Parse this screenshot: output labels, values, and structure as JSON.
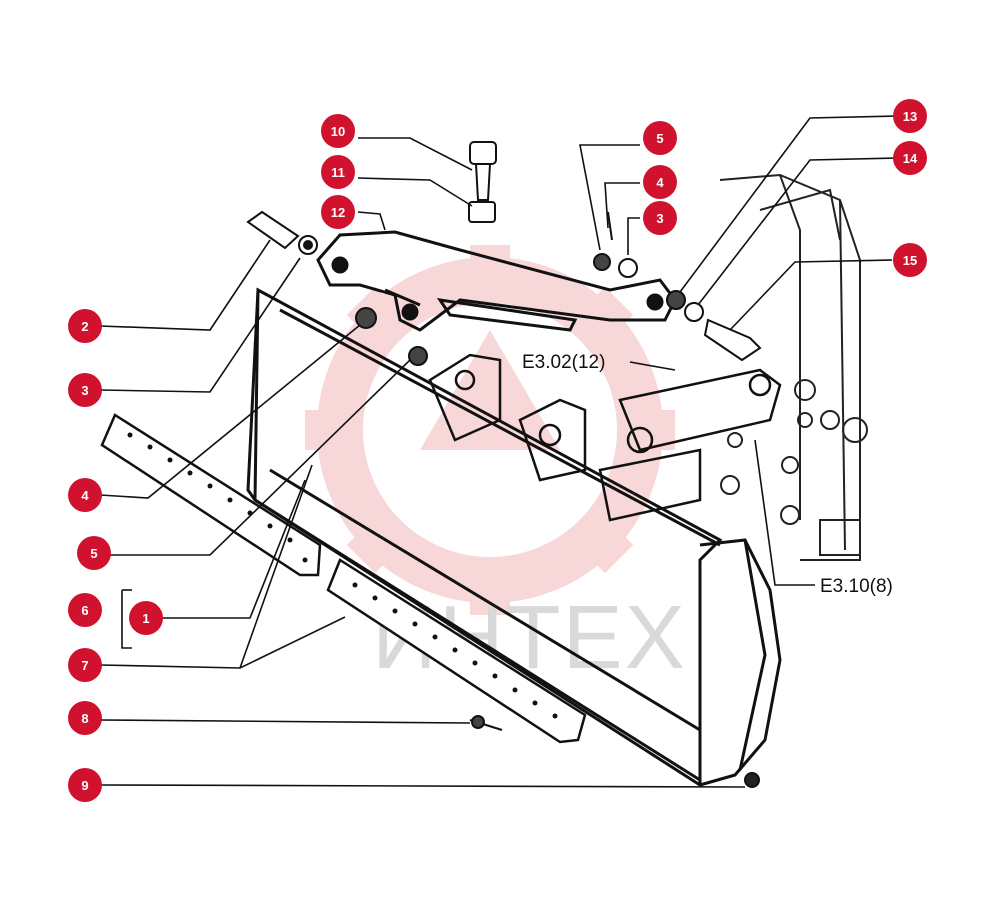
{
  "colors": {
    "callout": "#d0122e",
    "callout_text": "#ffffff",
    "line": "#111111",
    "watermark_logo": "#f2b8b8",
    "watermark_text": "#d9d9d9"
  },
  "watermark": {
    "text": "ИНТЕХ"
  },
  "references": {
    "e302": "E3.02(12)",
    "e310": "E3.10(8)"
  },
  "callouts": [
    {
      "id": "c10",
      "num": "10"
    },
    {
      "id": "c11",
      "num": "11"
    },
    {
      "id": "c12",
      "num": "12"
    },
    {
      "id": "c5a",
      "num": "5"
    },
    {
      "id": "c4a",
      "num": "4"
    },
    {
      "id": "c3a",
      "num": "3"
    },
    {
      "id": "c13",
      "num": "13"
    },
    {
      "id": "c14",
      "num": "14"
    },
    {
      "id": "c15",
      "num": "15"
    },
    {
      "id": "c2",
      "num": "2"
    },
    {
      "id": "c3b",
      "num": "3"
    },
    {
      "id": "c4b",
      "num": "4"
    },
    {
      "id": "c5b",
      "num": "5"
    },
    {
      "id": "c6",
      "num": "6"
    },
    {
      "id": "c1",
      "num": "1"
    },
    {
      "id": "c7",
      "num": "7"
    },
    {
      "id": "c8",
      "num": "8"
    },
    {
      "id": "c9",
      "num": "9"
    }
  ]
}
